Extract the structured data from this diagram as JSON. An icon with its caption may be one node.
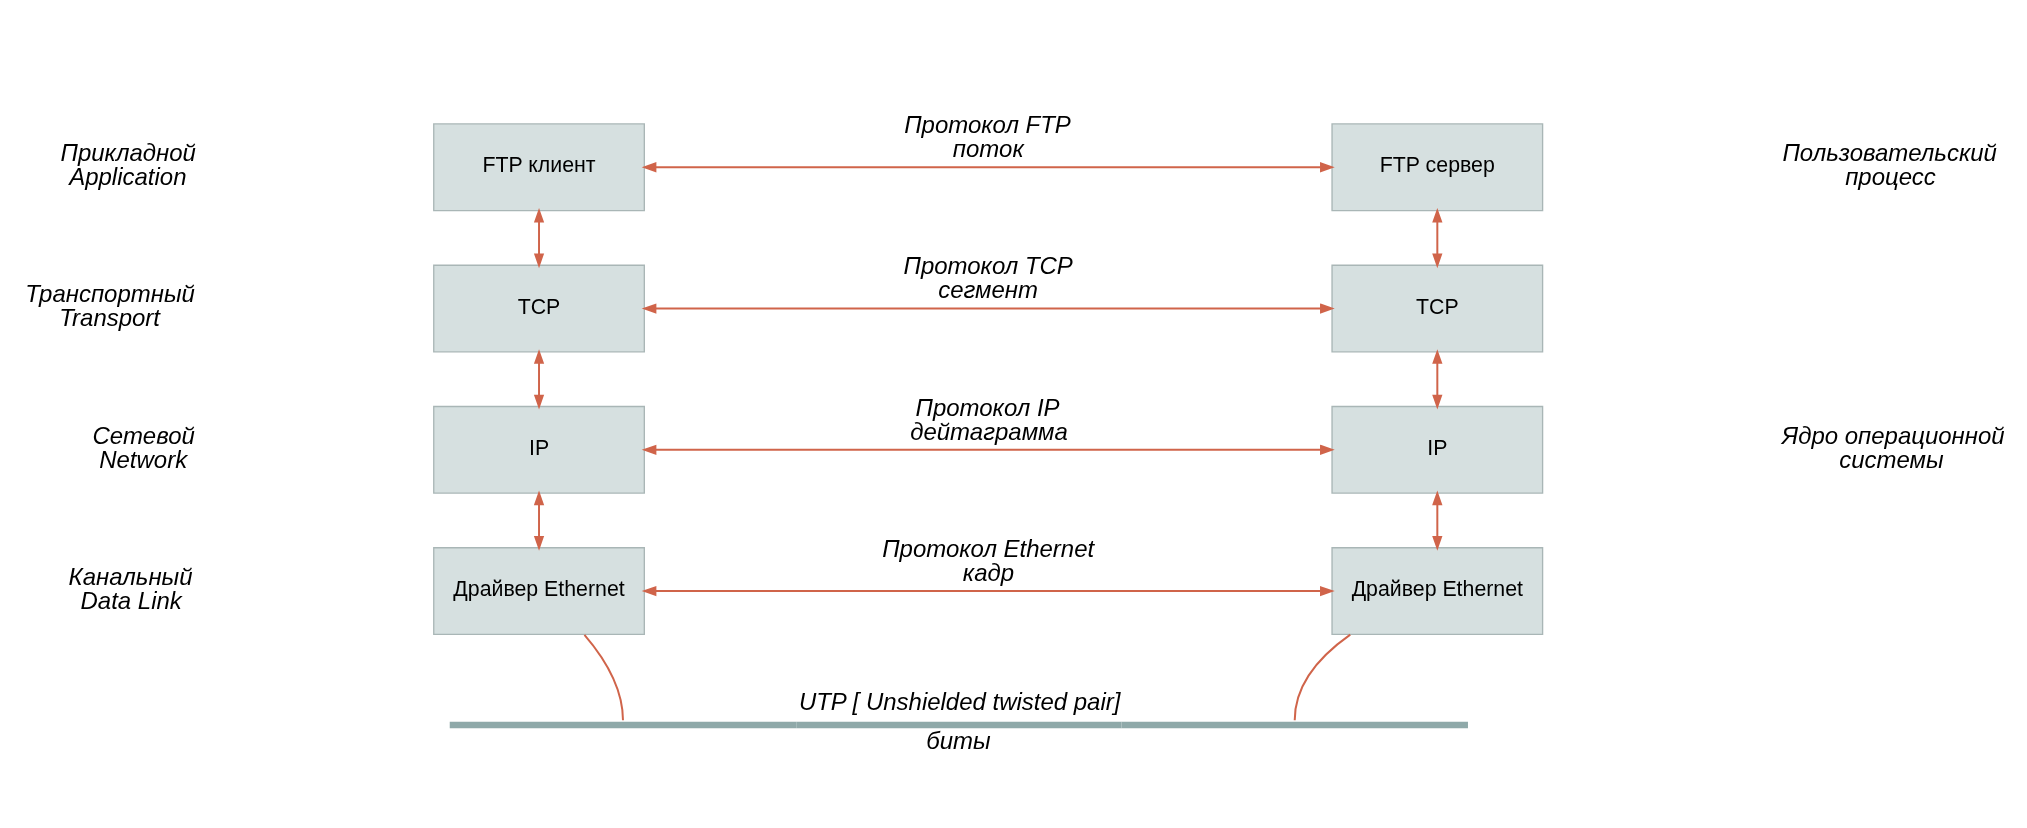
{
  "diagram": {
    "nodes": [
      {
        "text": [
          "FTP клиент"
        ]
      },
      {
        "text": [
          "FTP сервер"
        ]
      },
      {
        "text": [
          "TCP"
        ]
      },
      {
        "text": [
          "TCP"
        ]
      },
      {
        "text": [
          "IP"
        ]
      },
      {
        "text": [
          "IP"
        ]
      },
      {
        "text": [
          "Драйвер Ethernet"
        ]
      },
      {
        "text": [
          "Драйвер Ethernet"
        ]
      },
      {
        "text": [],
        "shape": "bar",
        "beside": [
          "UTP [ Unshielded twisted pair]",
          "биты"
        ]
      }
    ],
    "edges": [
      {
        "from": 0,
        "to": 1,
        "arrow": "both",
        "label": "Протокол FTP поток"
      },
      {
        "from": 0,
        "to": 2,
        "arrow": "both"
      },
      {
        "from": 1,
        "to": 3,
        "arrow": "both"
      },
      {
        "from": 2,
        "to": 3,
        "arrow": "both",
        "label": "Протокол TCP сегмент"
      },
      {
        "from": 2,
        "to": 4,
        "arrow": "both"
      },
      {
        "from": 3,
        "to": 5,
        "arrow": "both"
      },
      {
        "from": 4,
        "to": 5,
        "arrow": "both",
        "label": "Протокол IP дейтаграмма"
      },
      {
        "from": 4,
        "to": 6,
        "arrow": "both"
      },
      {
        "from": 5,
        "to": 7,
        "arrow": "both"
      },
      {
        "from": 6,
        "to": 7,
        "arrow": "both",
        "label": "Протокол Ethernet кадр"
      },
      {
        "from": 6,
        "to": 8,
        "arrow": "none"
      },
      {
        "from": 7,
        "to": 8,
        "arrow": "none"
      }
    ],
    "labels": [
      "Прикладной Application",
      "Пользовательский процесс",
      "Транспортный Transport",
      "Ядро операционной системы",
      "Сетевой Network",
      "Канальный Data Link"
    ]
  }
}
